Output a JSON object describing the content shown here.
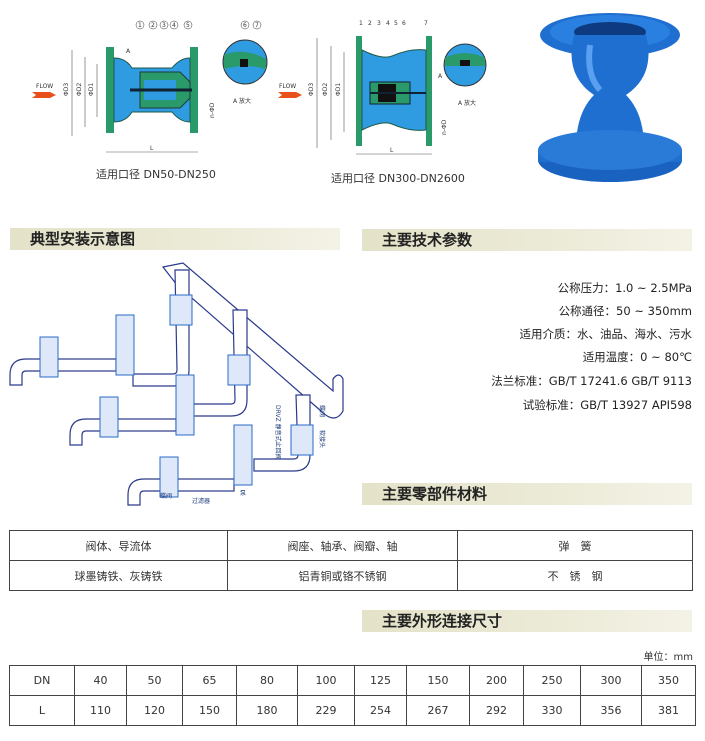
{
  "drawings": {
    "small": {
      "caption": "适用口径 DN50-DN250",
      "flow_label": "FLOW",
      "part_numbers": [
        "1",
        "2",
        "3",
        "4",
        "5"
      ],
      "detail_numbers": [
        "6",
        "7"
      ],
      "detail_label": "A 放大",
      "dims": [
        "ΦD3",
        "ΦD2",
        "ΦD1",
        "n-ΦD",
        "L",
        "A"
      ]
    },
    "large": {
      "caption": "适用口径 DN300-DN2600",
      "flow_label": "FLOW",
      "part_numbers": [
        "1",
        "2",
        "3",
        "4",
        "5",
        "6",
        "7"
      ],
      "detail_label": "A 放大",
      "dims": [
        "ΦD3",
        "ΦD2",
        "ΦD1",
        "n-ΦD",
        "L",
        "A"
      ]
    },
    "colors": {
      "body": "#2f9be0",
      "section": "#2a9a6a",
      "photo": "#1f6fd0",
      "flow_arrow": "#e8501c"
    }
  },
  "install": {
    "title": "典型安装示意图",
    "labels": {
      "butterfly_valve": "蝶阀",
      "filter": "过滤器",
      "pump": "泵",
      "check_valve": "DRVZ 静音式止回阀",
      "butterfly_valve_2": "蝶阀",
      "soft_joint": "软接头"
    }
  },
  "specs": {
    "title": "主要技术参数",
    "items": [
      "公称压力：1.0 ~ 2.5MPa",
      "公称通径：50 ~ 350mm",
      "适用介质：水、油品、海水、污水",
      "适用温度：0 ~ 80℃",
      "法兰标准：GB/T 17241.6  GB/T 9113",
      "试验标准：GB/T 13927 API598"
    ]
  },
  "materials": {
    "title": "主要零部件材料",
    "headers": [
      "阀体、导流体",
      "阀座、轴承、阀瓣、轴",
      "弹　簧"
    ],
    "values": [
      "球墨铸铁、灰铸铁",
      "铝青铜或铬不锈钢",
      "不　锈　钢"
    ]
  },
  "dimensions": {
    "title": "主要外形连接尺寸",
    "unit": "单位：mm",
    "rows": [
      [
        "DN",
        "40",
        "50",
        "65",
        "80",
        "100",
        "125",
        "150",
        "200",
        "250",
        "300",
        "350"
      ],
      [
        "L",
        "110",
        "120",
        "150",
        "180",
        "229",
        "254",
        "267",
        "292",
        "330",
        "356",
        "381"
      ]
    ]
  }
}
